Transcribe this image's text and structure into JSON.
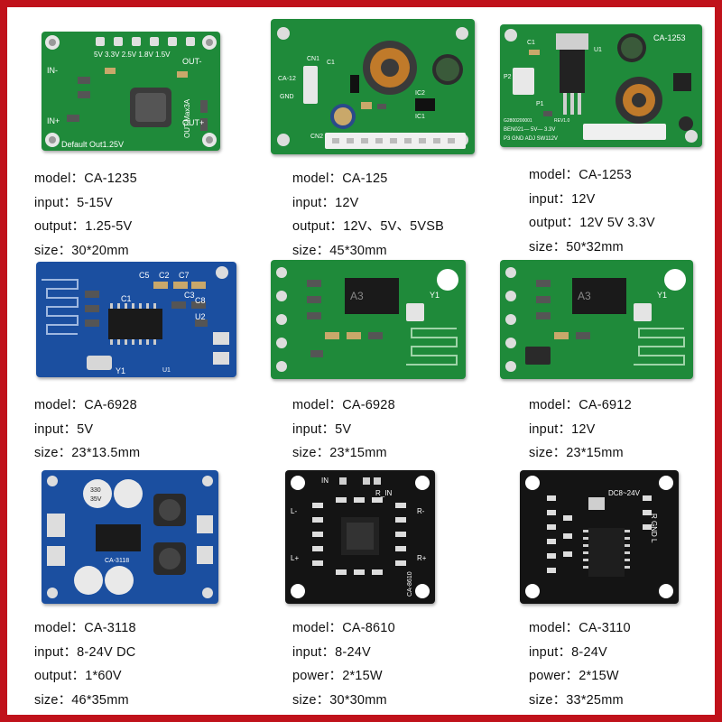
{
  "products": [
    {
      "id": "ca1235",
      "specs": [
        {
          "label": "model",
          "value": "CA-1235"
        },
        {
          "label": "input",
          "value": "5-15V"
        },
        {
          "label": "output",
          "value": "1.25-5V"
        },
        {
          "label": "size",
          "value": "30*20mm"
        }
      ],
      "silk": {
        "default": "Default Out1.25V",
        "out_max": "OUT:Max3A",
        "in_minus": "IN-",
        "in_plus": "IN+",
        "out_minus": "OUT-",
        "out_plus": "OUT+",
        "v_labels": "5V 3.3V 2.5V 1.8V 1.5V"
      }
    },
    {
      "id": "ca125",
      "specs": [
        {
          "label": "model",
          "value": "CA-125"
        },
        {
          "label": "input",
          "value": "12V"
        },
        {
          "label": "output",
          "value": "12V、5V、5VSB"
        },
        {
          "label": "size",
          "value": "45*30mm"
        }
      ],
      "silk": {
        "c1": "C1",
        "ic1": "IC1",
        "ic2": "IC2",
        "gnd": "GND",
        "cn1": "CN1",
        "cn2": "CN2",
        "ca": "CA-12"
      }
    },
    {
      "id": "ca1253",
      "specs": [
        {
          "label": "model",
          "value": "CA-1253"
        },
        {
          "label": "input",
          "value": "12V"
        },
        {
          "label": "output",
          "value": "12V 5V 3.3V"
        },
        {
          "label": "size",
          "value": "50*32mm"
        }
      ],
      "silk": {
        "name": "CA-1253",
        "u1": "U1",
        "c1": "C1",
        "p2": "P2",
        "p1": "P1",
        "line1": "BEN021— 5V— 3.3V",
        "line2": "P3 GND ADJ SW112V",
        "code": "G2800200001",
        "rev": "REV1.0"
      }
    },
    {
      "id": "ca6928a",
      "specs": [
        {
          "label": "model",
          "value": "CA-6928"
        },
        {
          "label": "input",
          "value": "5V"
        },
        {
          "label": "size",
          "value": "23*13.5mm"
        }
      ],
      "silk": {
        "c5": "C5",
        "c2": "C2",
        "c7": "C7",
        "c1": "C1",
        "c3": "C3",
        "c8": "C8",
        "u2": "U2",
        "y1": "Y1",
        "u1": "U1"
      }
    },
    {
      "id": "ca6928b",
      "specs": [
        {
          "label": "model",
          "value": "CA-6928"
        },
        {
          "label": "input",
          "value": "5V"
        },
        {
          "label": "size",
          "value": "23*15mm"
        }
      ],
      "silk": {
        "y1": "Y1",
        "chip": "A3"
      }
    },
    {
      "id": "ca6912",
      "specs": [
        {
          "label": "model",
          "value": "CA-6912"
        },
        {
          "label": "input",
          "value": "12V"
        },
        {
          "label": "size",
          "value": "23*15mm"
        }
      ],
      "silk": {
        "y1": "Y1",
        "chip": "A3"
      }
    },
    {
      "id": "ca3118",
      "specs": [
        {
          "label": "model",
          "value": "CA-3118"
        },
        {
          "label": "input",
          "value": "8-24V DC"
        },
        {
          "label": "output",
          "value": "1*60V"
        },
        {
          "label": "size",
          "value": "46*35mm"
        }
      ],
      "silk": {
        "cap_value": "330",
        "cap_volt": "35V",
        "name": "CA-3118"
      }
    },
    {
      "id": "ca8610",
      "specs": [
        {
          "label": "model",
          "value": "CA-8610"
        },
        {
          "label": "input",
          "value": "8-24V"
        },
        {
          "label": "power",
          "value": "2*15W"
        },
        {
          "label": "size",
          "value": "30*30mm"
        }
      ],
      "silk": {
        "r_in": "R_IN",
        "in": "IN",
        "l_minus": "L-",
        "l_plus": "L+",
        "r_minus": "R-",
        "r_plus": "R+",
        "name": "CA-8610"
      }
    },
    {
      "id": "ca3110",
      "specs": [
        {
          "label": "model",
          "value": "CA-3110"
        },
        {
          "label": "input",
          "value": "8-24V"
        },
        {
          "label": "power",
          "value": "2*15W"
        },
        {
          "label": "size",
          "value": "33*25mm"
        }
      ],
      "silk": {
        "dc": "DC8~24V",
        "rgl": "R GND L"
      }
    }
  ],
  "colors": {
    "frame": "#c0121b",
    "pcb_green": "#1f8a3a",
    "pcb_blue": "#1b4fa0",
    "pcb_black": "#141414",
    "silk": "#ffffff"
  }
}
